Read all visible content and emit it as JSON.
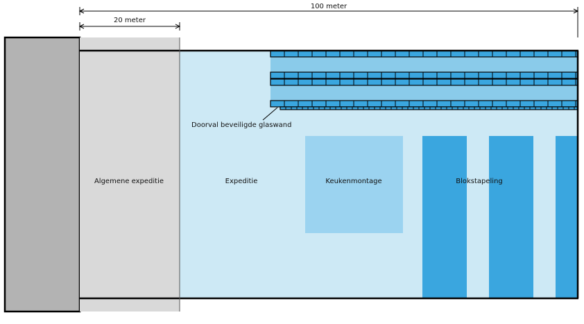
{
  "dimensions": {
    "total_label": "100 meter",
    "left_label": "20 meter"
  },
  "zones": {
    "general_dispatch": "Algemene expeditie",
    "dispatch": "Expeditie",
    "kitchen_assembly": "Keukenmontage",
    "block_stacking": "Blokstapeling"
  },
  "annotations": {
    "glass_wall": "Doorval beveiligde glaswand"
  },
  "colors": {
    "building_grey": "#b3b3b3",
    "dispatch_grey": "#d9d9d9",
    "hall_light_blue": "#cde9f5",
    "racking_blue": "#8acbea",
    "kitchen_blue": "#9bd3f0",
    "block_blue": "#3aa6df",
    "outline": "#000000"
  }
}
